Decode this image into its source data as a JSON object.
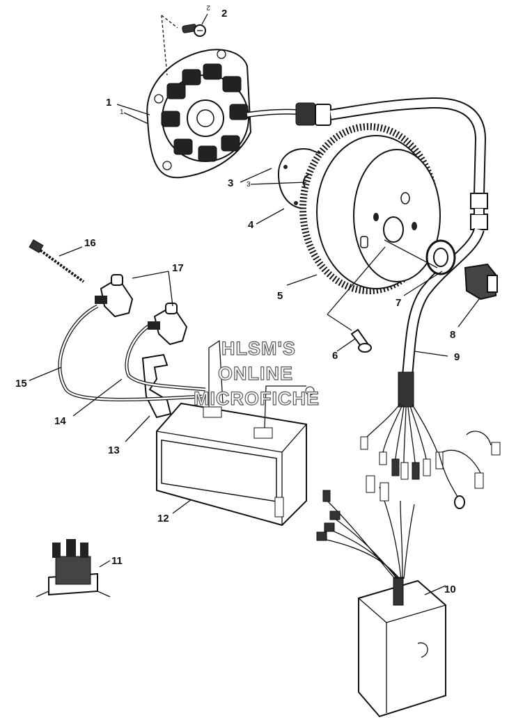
{
  "callouts": {
    "c1": "1",
    "c1b": "1",
    "c2": "2",
    "c2b": "2",
    "c3": "3",
    "c3b": "3",
    "c4": "4",
    "c5": "5",
    "c6": "6",
    "c7": "7",
    "c8": "8",
    "c9": "9",
    "c10": "10",
    "c11": "11",
    "c12": "12",
    "c13": "13",
    "c14": "14",
    "c15": "15",
    "c16": "16",
    "c17": "17"
  },
  "watermark": {
    "line1": "HLSM'S",
    "line2": "ONLINE",
    "line3": "MICROFICHE"
  }
}
